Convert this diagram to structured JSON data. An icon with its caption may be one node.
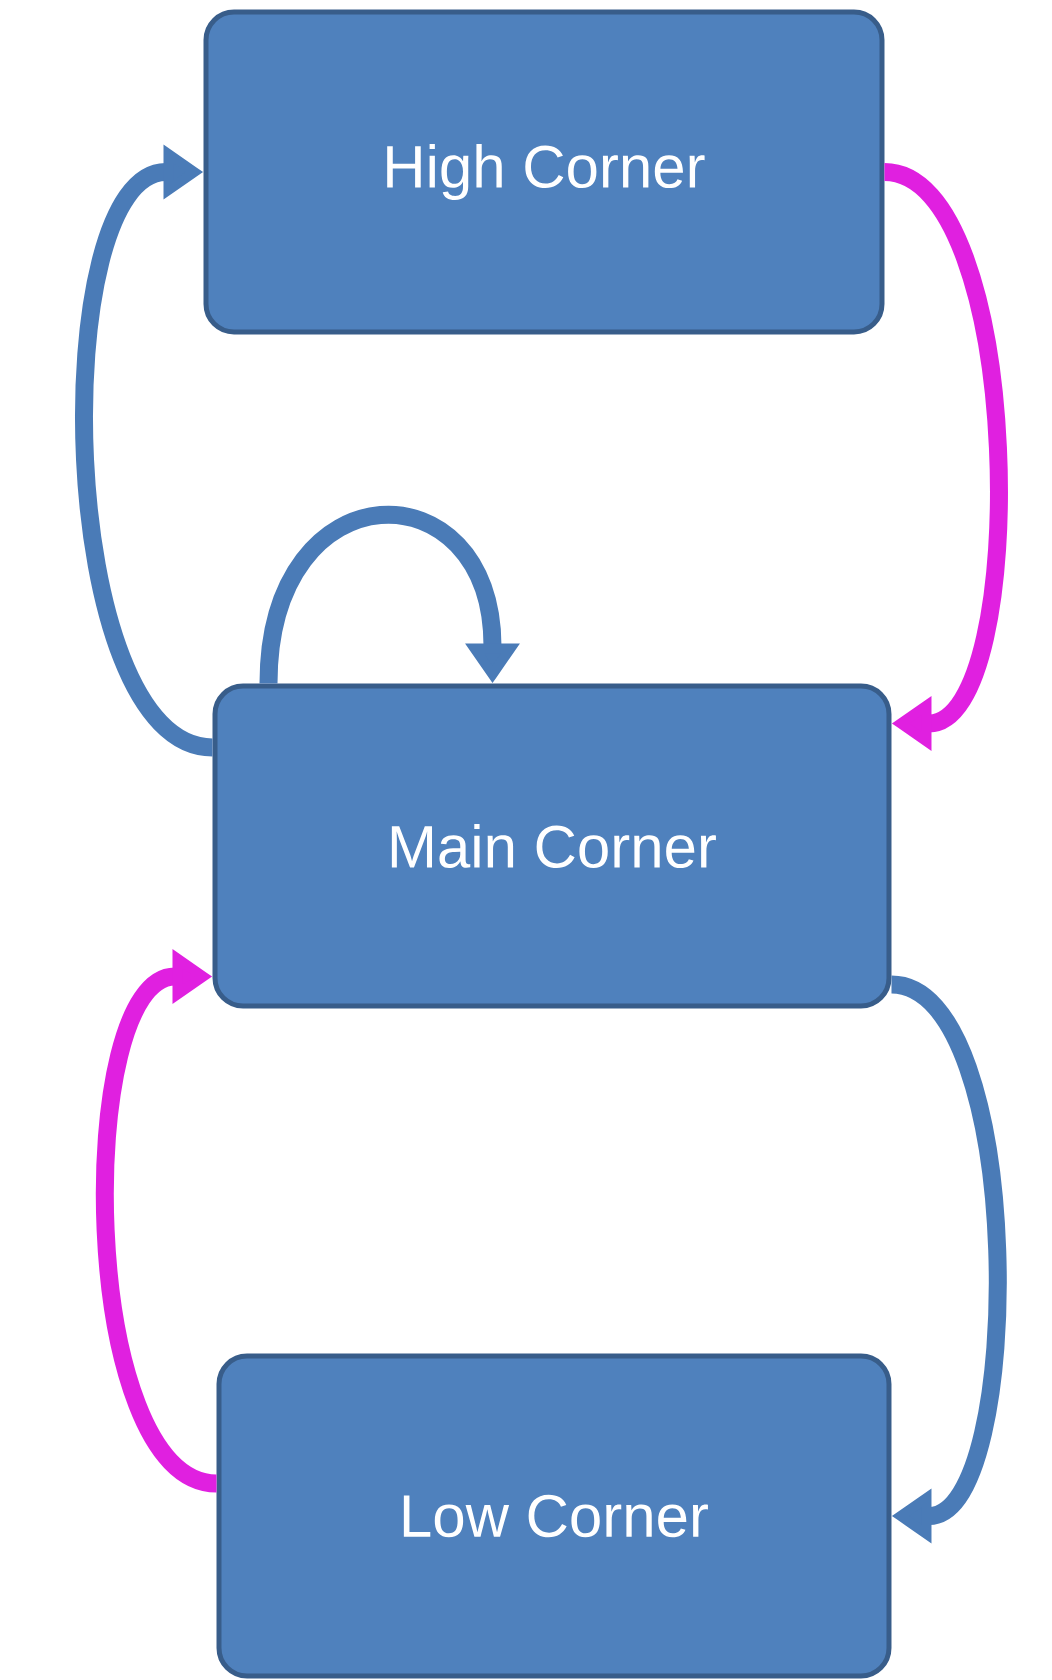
{
  "diagram": {
    "nodes": [
      {
        "text": [
          "High Corner"
        ]
      },
      {
        "text": [
          "Main Corner"
        ]
      },
      {
        "text": [
          "Low Corner"
        ]
      }
    ],
    "edges": [
      {
        "from": 1,
        "to": 0,
        "arrow": "to"
      },
      {
        "from": 0,
        "to": 1,
        "arrow": "to",
        "color": "#e020e0"
      },
      {
        "from": 1,
        "to": 1,
        "arrow": "to"
      },
      {
        "from": 1,
        "to": 2,
        "arrow": "to"
      },
      {
        "from": 2,
        "to": 1,
        "arrow": "to",
        "color": "#e020e0"
      }
    ]
  }
}
